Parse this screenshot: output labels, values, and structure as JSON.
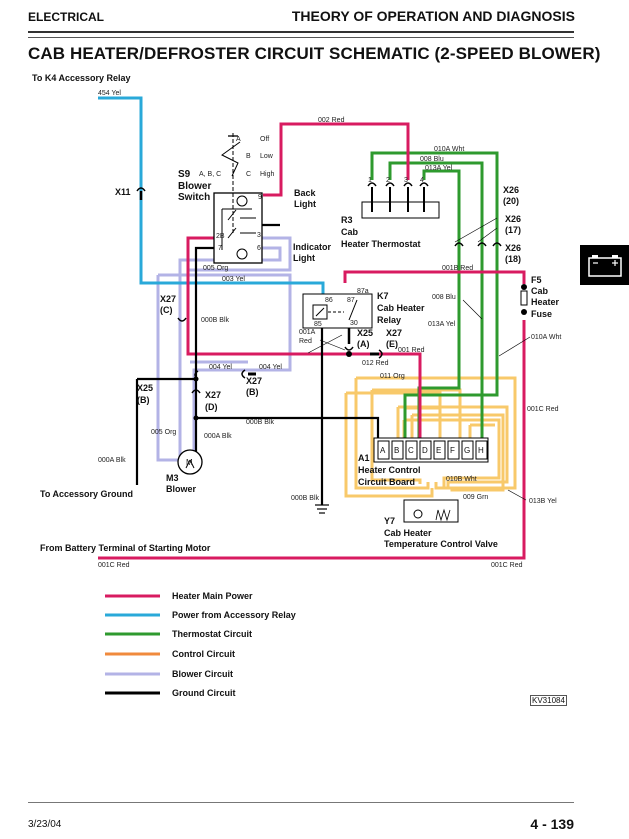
{
  "header": {
    "section": "ELECTRICAL",
    "chapter": "THEORY OF OPERATION AND DIAGNOSIS"
  },
  "title": "CAB HEATER/DEFROSTER CIRCUIT SCHEMATIC (2-SPEED BLOWER)",
  "colors": {
    "heater_main_power": "#d81b60",
    "accessory_power": "#29a9d9",
    "thermostat": "#2e9a2e",
    "control": "#f0a04b",
    "control_wire": "#f8c96a",
    "blower": "#b3b3e6",
    "ground": "#000000"
  },
  "labels": {
    "to_k4": "To K4 Accessory Relay",
    "to_acc_ground": "To Accessory Ground",
    "from_battery": "From Battery Terminal of Starting Motor"
  },
  "wires": {
    "w454": "454 Yel",
    "w002": "002 Red",
    "w010a_top": "010A Wht",
    "w008_top": "008 Blu",
    "w013a_top": "013A Yel",
    "w005_top": "005 Org",
    "w003": "003 Yel",
    "w001b": "001B Red",
    "w008_side": "008 Blu",
    "w013a_side": "013A Yel",
    "w010a_side": "010A Wht",
    "w000b_left": "000B Blk",
    "w001a_1": "001A",
    "w001a_2": "Red",
    "w001": "001 Red",
    "w012": "012 Red",
    "w004_l": "004 Yel",
    "w004_r": "004 Yel",
    "w011": "011 Org",
    "w000b_mid": "000B Blk",
    "w005_bot": "005 Org",
    "w000a_mid": "000A Blk",
    "w000a_left": "000A Blk",
    "w000b_bot": "000B Blk",
    "w001c_right": "001C Red",
    "w010b": "010B Wht",
    "w009": "009 Grn",
    "w013b": "013B Yel",
    "w001c_bl": "001C Red",
    "w001c_br": "001C Red"
  },
  "components": {
    "x11": "X11",
    "s9_id": "S9",
    "s9_pos": "A, B, C",
    "s9_name1": "Blower",
    "s9_name2": "Switch",
    "pos_a": "A",
    "pos_a_label": "Off",
    "pos_b": "B",
    "pos_b_label": "Low",
    "pos_c": "C",
    "pos_c_label": "High",
    "pin9": "9",
    "pin2b": "2B",
    "pin3": "3",
    "pin7": "7",
    "pin6": "6",
    "back_light1": "Back",
    "back_light2": "Light",
    "ind_light1": "Indicator",
    "ind_light2": "Light",
    "r3_id": "R3",
    "r3_name1": "Cab",
    "r3_name2": "Heater Thermostat",
    "r3_pins": [
      "1",
      "2",
      "3",
      "4"
    ],
    "x26_20a": "X26",
    "x26_20b": "(20)",
    "x26_17a": "X26",
    "x26_17b": "(17)",
    "x26_18a": "X26",
    "x26_18b": "(18)",
    "f5_id": "F5",
    "f5_name1": "Cab",
    "f5_name2": "Heater",
    "f5_name3": "Fuse",
    "k7_id": "K7",
    "k7_name1": "Cab Heater",
    "k7_name2": "Relay",
    "k7_86": "86",
    "k7_87": "87",
    "k7_87a": "87a",
    "k7_85": "85",
    "k7_30": "30",
    "x27c_1": "X27",
    "x27c_2": "(C)",
    "x25a_1": "X25",
    "x25a_2": "(A)",
    "x27e_1": "X27",
    "x27e_2": "(E)",
    "x25b_1": "X25",
    "x25b_2": "(B)",
    "x27b_1": "X27",
    "x27b_2": "(B)",
    "x27d_1": "X27",
    "x27d_2": "(D)",
    "m3_symbol": "M",
    "m3_id": "M3",
    "m3_name": "Blower",
    "a1_id": "A1",
    "a1_name1": "Heater Control",
    "a1_name2": "Circuit Board",
    "a1_pins": [
      "A",
      "B",
      "C",
      "D",
      "E",
      "F",
      "G",
      "H"
    ],
    "y7_id": "Y7",
    "y7_name1": "Cab Heater",
    "y7_name2": "Temperature Control Valve"
  },
  "legend": [
    {
      "label": "Heater Main Power",
      "color": "#d81b60"
    },
    {
      "label": "Power from Accessory Relay",
      "color": "#29a9d9"
    },
    {
      "label": "Thermostat Circuit",
      "color": "#2e9a2e"
    },
    {
      "label": "Control Circuit",
      "color": "#f08a3c"
    },
    {
      "label": "Blower Circuit",
      "color": "#b3b3e6"
    },
    {
      "label": "Ground Circuit",
      "color": "#000000"
    }
  ],
  "figure_id": "KV31084",
  "footer": {
    "date": "3/23/04",
    "page": "4 - 139"
  }
}
